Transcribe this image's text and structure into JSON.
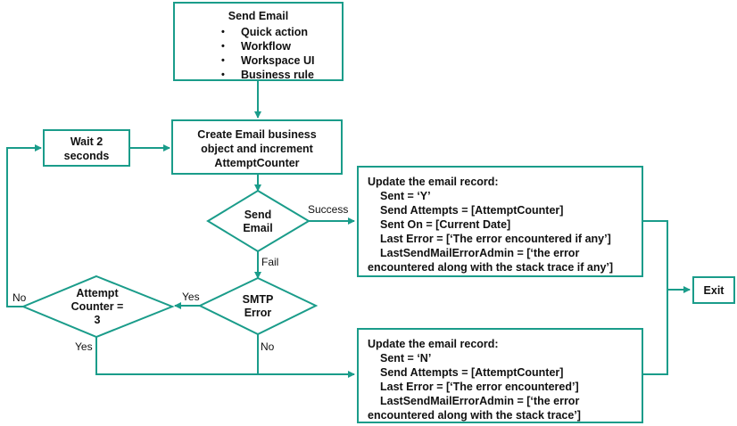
{
  "colors": {
    "stroke": "#1a9c8a",
    "text": "#111111",
    "background": "#ffffff"
  },
  "send_email_box": {
    "title": "Send Email",
    "bullets": [
      "Quick action",
      "Workflow",
      "Workspace UI",
      "Business  rule"
    ]
  },
  "create_box": {
    "lines": [
      "Create Email business",
      "object and increment",
      "AttemptCounter"
    ]
  },
  "wait_box": {
    "lines": [
      "Wait 2",
      "seconds"
    ]
  },
  "send_diamond": {
    "lines": [
      "Send",
      "Email"
    ]
  },
  "smtp_diamond": {
    "lines": [
      "SMTP",
      "Error"
    ]
  },
  "attempt_diamond": {
    "lines": [
      "Attempt",
      "Counter =",
      "3"
    ]
  },
  "exit_box": {
    "label": "Exit"
  },
  "success_box": {
    "title": "Update the email record:",
    "lines": [
      "Sent = ‘Y’",
      "Send Attempts = [AttemptCounter]",
      "Sent On = [Current Date]",
      "Last Error = [‘The error encountered if any’]",
      "LastSendMailErrorAdmin = [‘the error",
      "encountered  along with the stack  trace if any’]"
    ]
  },
  "failure_box": {
    "title": "Update the email record:",
    "lines": [
      "Sent = ‘N’",
      "Send Attempts = [AttemptCounter]",
      "Last Error = [‘The error encountered’]",
      "LastSendMailErrorAdmin = [‘the error",
      "encountered  along with the stack  trace’]"
    ]
  },
  "edge_labels": {
    "success": "Success",
    "fail": "Fail",
    "yes_smtp": "Yes",
    "no_smtp": "No",
    "no_attempt": "No",
    "yes_attempt": "Yes"
  }
}
